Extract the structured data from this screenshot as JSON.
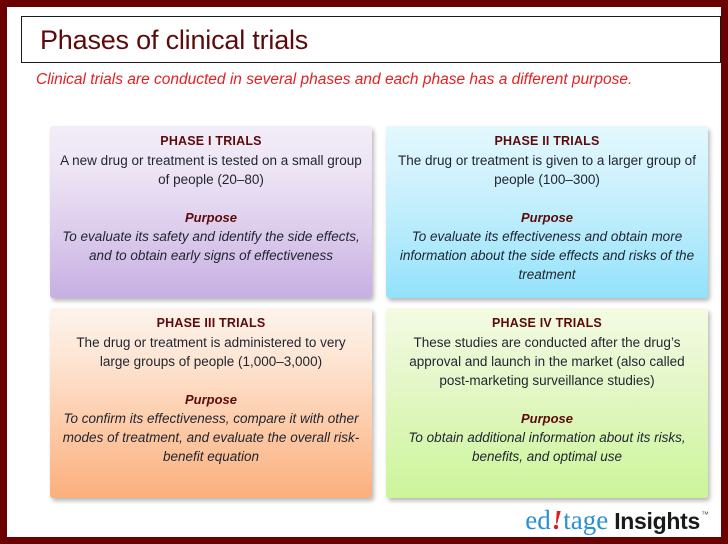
{
  "page": {
    "title": "Phases of clinical trials",
    "subtitle": "Clinical trials are conducted in several phases and each phase has a different purpose.",
    "title_color": "#5C0B0B",
    "subtitle_color": "#E62020",
    "frame_color": "#6B0000"
  },
  "cards": [
    {
      "id": "phase-1",
      "title": "PHASE I TRIALS",
      "description": "A new drug or treatment is tested on a small group of people (20–80)",
      "purpose_label": "Purpose",
      "purpose_text": "To evaluate its safety and identify the side effects, and to obtain early signs of effectiveness",
      "gradient_top": "#F2EDF8",
      "gradient_bottom": "#C6AFE2"
    },
    {
      "id": "phase-2",
      "title": "PHASE II TRIALS",
      "description": "The drug or treatment is given to a larger group of people (100–300)",
      "purpose_label": "Purpose",
      "purpose_text": "To evaluate its effectiveness and obtain more information about the side effects and risks of the treatment",
      "gradient_top": "#E3F8FD",
      "gradient_bottom": "#93E2FB"
    },
    {
      "id": "phase-3",
      "title": "PHASE III TRIALS",
      "description": "The drug or treatment is administered to very large groups of people (1,000–3,000)",
      "purpose_label": "Purpose",
      "purpose_text": "To confirm its effectiveness, compare it with other modes of treatment, and evaluate the overall risk-benefit equation",
      "gradient_top": "#FDF3EC",
      "gradient_bottom": "#FBAF7D"
    },
    {
      "id": "phase-4",
      "title": "PHASE IV TRIALS",
      "description": "These studies are conducted after the drug’s approval and launch in the market (also called post-marketing surveillance studies)",
      "purpose_label": "Purpose",
      "purpose_text": "To obtain additional information about its risks, benefits, and optimal use",
      "gradient_top": "#F4FBE3",
      "gradient_bottom": "#CCF59A"
    }
  ],
  "logo": {
    "part1": "ed",
    "accent": "!",
    "part2": "tage",
    "part3": "Insights",
    "trademark": "™",
    "brand_blue": "#2B8FD4",
    "accent_red": "#D61F26"
  }
}
